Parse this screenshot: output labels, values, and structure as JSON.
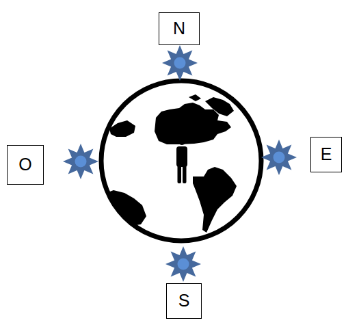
{
  "diagram": {
    "nodes": [
      {
        "text": [
          "N"
        ]
      },
      {
        "text": [
          "O"
        ]
      },
      {
        "text": [
          "E"
        ]
      },
      {
        "text": [
          "S"
        ]
      }
    ]
  }
}
